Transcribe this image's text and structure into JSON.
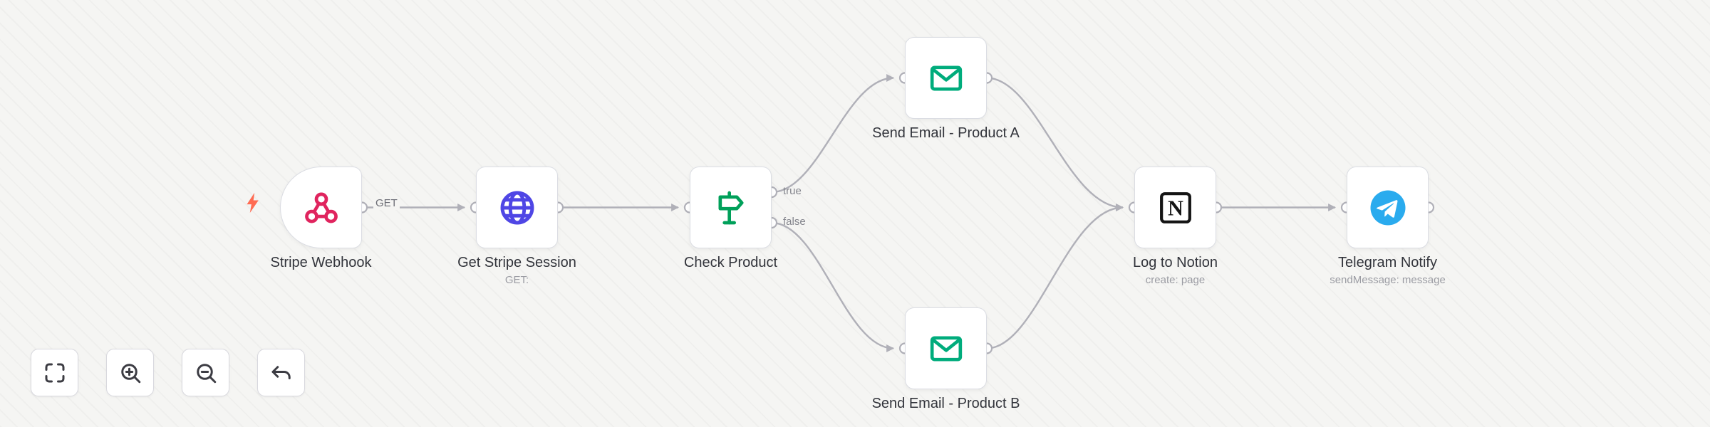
{
  "nodes": [
    {
      "name": "Stripe Webhook",
      "icon": "webhook-icon",
      "type": "trigger",
      "output_label": "GET"
    },
    {
      "name": "Get Stripe Session",
      "subtitle": "GET:",
      "icon": "globe-icon"
    },
    {
      "name": "Check Product",
      "icon": "signpost-icon",
      "outputs": [
        "true",
        "false"
      ]
    },
    {
      "name": "Send Email - Product A",
      "icon": "email-icon"
    },
    {
      "name": "Send Email - Product B",
      "icon": "email-icon"
    },
    {
      "name": "Log to Notion",
      "subtitle": "create: page",
      "icon": "notion-icon"
    },
    {
      "name": "Telegram Notify",
      "subtitle": "sendMessage: message",
      "icon": "telegram-icon"
    }
  ],
  "connection_labels": {
    "get": "GET"
  },
  "toolbar": {
    "buttons": [
      {
        "name": "zoom-to-fit",
        "icon": "zoom-to-fit-icon"
      },
      {
        "name": "zoom-in",
        "icon": "zoom-in-icon"
      },
      {
        "name": "zoom-out",
        "icon": "zoom-out-icon"
      },
      {
        "name": "undo",
        "icon": "undo-icon"
      }
    ]
  },
  "colors": {
    "canvas_bg": "#f5f5f3",
    "connection": "#b0b0b8",
    "webhook": "#E0245E",
    "http": "#4F46E5",
    "switch": "#00A05A",
    "email": "#00AC7C",
    "notion": "#141414",
    "telegram": "#2AABEE",
    "trigger_bolt": "#FF6B52",
    "node_bg": "#FFFFFF",
    "node_border": "#DBDDE3",
    "label_text": "#32343B",
    "sublabel_text": "#9B9CA3"
  }
}
